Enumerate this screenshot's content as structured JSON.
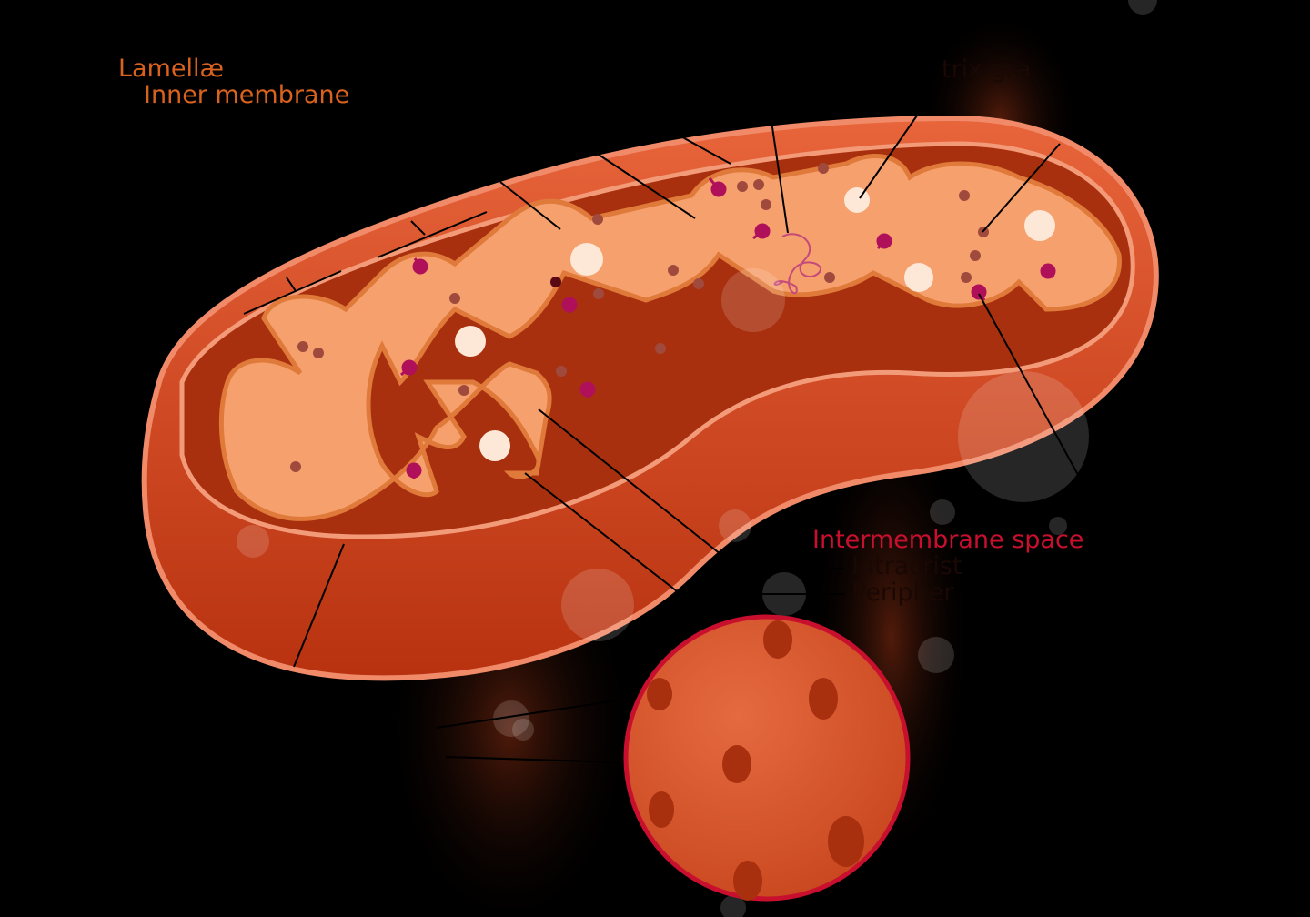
{
  "labels": {
    "lamellae": "Lamellæ",
    "inner_membrane": "Inner membrane",
    "matrix_granule": "trix gra",
    "intermembrane_space": "Intermembrane space",
    "intracristal": "Intracrist",
    "peripheral": "Peripher"
  },
  "colors": {
    "background": "#000000",
    "outer_membrane": "#d2451e",
    "inner_matrix": "#f6a06e",
    "label_orange": "#d9621e",
    "label_red": "#c8102e",
    "atp_synthase": "#b0105a"
  }
}
